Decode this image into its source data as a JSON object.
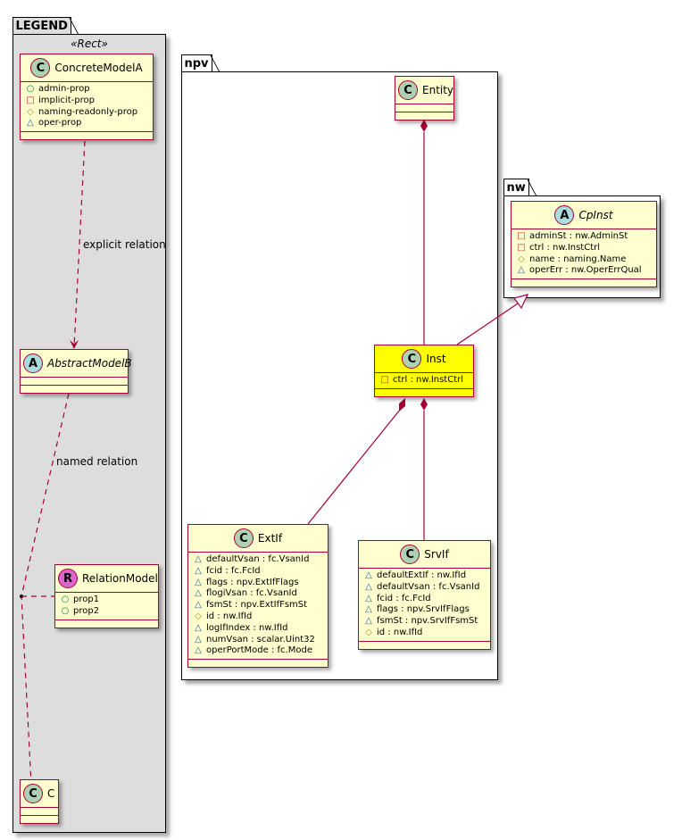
{
  "packages": {
    "legend": {
      "name": "LEGEND",
      "stereotype": "«Rect»",
      "bg": "#dddddd"
    },
    "npv": {
      "name": "npv"
    },
    "nw": {
      "name": "nw"
    }
  },
  "colors": {
    "border": "#a80036",
    "class_bg": "#fefece",
    "highlight_bg": "#ffff00",
    "relation": "#a80036"
  },
  "classes": {
    "concrete_model_a": {
      "kind": "C",
      "name": "ConcreteModelA",
      "attrs": [
        {
          "vis": "○",
          "text": "admin-prop"
        },
        {
          "vis": "□",
          "text": "implicit-prop"
        },
        {
          "vis": "◇",
          "text": "naming-readonly-prop"
        },
        {
          "vis": "△",
          "text": "oper-prop"
        }
      ]
    },
    "abstract_model_b": {
      "kind": "A",
      "name": "AbstractModelB"
    },
    "relation_model": {
      "kind": "R",
      "name": "RelationModel",
      "attrs": [
        {
          "vis": "○",
          "text": "prop1"
        },
        {
          "vis": "○",
          "text": "prop2"
        }
      ]
    },
    "c": {
      "kind": "C",
      "name": "C"
    },
    "entity": {
      "kind": "C",
      "name": "Entity"
    },
    "cpinst": {
      "kind": "A",
      "name": "CpInst",
      "attrs": [
        {
          "vis": "□",
          "text": "adminSt : nw.AdminSt"
        },
        {
          "vis": "□",
          "text": "ctrl : nw.InstCtrl"
        },
        {
          "vis": "◇",
          "text": "name : naming.Name"
        },
        {
          "vis": "△",
          "text": "operErr : nw.OperErrQual"
        }
      ]
    },
    "inst": {
      "kind": "C",
      "name": "Inst",
      "attrs": [
        {
          "vis": "□",
          "text": "ctrl : nw.InstCtrl"
        }
      ]
    },
    "extif": {
      "kind": "C",
      "name": "ExtIf",
      "attrs": [
        {
          "vis": "△",
          "text": "defaultVsan : fc.VsanId"
        },
        {
          "vis": "△",
          "text": "fcid : fc.FcId"
        },
        {
          "vis": "△",
          "text": "flags : npv.ExtIfFlags"
        },
        {
          "vis": "△",
          "text": "flogiVsan : fc.VsanId"
        },
        {
          "vis": "△",
          "text": "fsmSt : npv.ExtIfFsmSt"
        },
        {
          "vis": "◇",
          "text": "id : nw.IfId"
        },
        {
          "vis": "△",
          "text": "logIfIndex : nw.IfId"
        },
        {
          "vis": "△",
          "text": "numVsan : scalar.Uint32"
        },
        {
          "vis": "△",
          "text": "operPortMode : fc.Mode"
        }
      ]
    },
    "srvif": {
      "kind": "C",
      "name": "SrvIf",
      "attrs": [
        {
          "vis": "△",
          "text": "defaultExtIf : nw.IfId"
        },
        {
          "vis": "△",
          "text": "defaultVsan : fc.VsanId"
        },
        {
          "vis": "△",
          "text": "fcid : fc.FcId"
        },
        {
          "vis": "△",
          "text": "flags : npv.SrvIfFlags"
        },
        {
          "vis": "△",
          "text": "fsmSt : npv.SrvIfFsmSt"
        },
        {
          "vis": "◇",
          "text": "id : nw.IfId"
        }
      ]
    }
  },
  "relations": {
    "explicit_label": "explicit relation",
    "named_label": "named relation"
  }
}
